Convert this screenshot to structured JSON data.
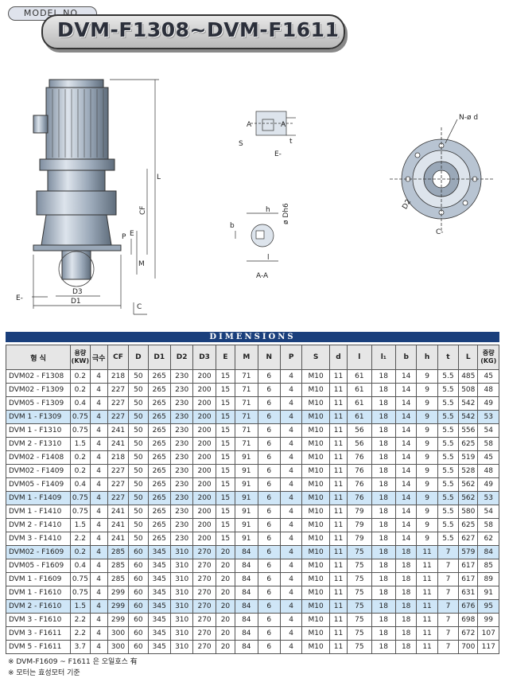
{
  "header": {
    "model_tag": "MODEL NO.",
    "title": "DVM-F1308~DVM-F1611"
  },
  "drawing": {
    "labels": {
      "L": "L",
      "CF": "CF",
      "E": "E",
      "P": "P",
      "M": "M",
      "D3": "D3",
      "D1": "D1",
      "C": "C",
      "E_arrow": "E-",
      "A1": "A",
      "A2": "A",
      "S": "S",
      "t": "t",
      "E_view": "E-",
      "h": "h",
      "b": "b",
      "dh6": "ø Dh6",
      "l": "l",
      "AA": "A-A",
      "Nod": "N-ø d",
      "D2": "D2",
      "C_view": "C-"
    }
  },
  "dimensions_bar": "DIMENSIONS",
  "table": {
    "headers": [
      "형  식",
      "용량\n(KW)",
      "극수",
      "CF",
      "D",
      "D1",
      "D2",
      "D3",
      "E",
      "M",
      "N",
      "P",
      "S",
      "d",
      "l",
      "l₁",
      "b",
      "h",
      "t",
      "L",
      "중량\n(KG)"
    ],
    "rows": [
      {
        "hl": false,
        "c": [
          "DVM02 - F1308",
          "0.2",
          "4",
          "218",
          "50",
          "265",
          "230",
          "200",
          "15",
          "71",
          "6",
          "4",
          "M10",
          "11",
          "61",
          "18",
          "14",
          "9",
          "5.5",
          "485",
          "45"
        ]
      },
      {
        "hl": false,
        "c": [
          "DVM02 - F1309",
          "0.2",
          "4",
          "227",
          "50",
          "265",
          "230",
          "200",
          "15",
          "71",
          "6",
          "4",
          "M10",
          "11",
          "61",
          "18",
          "14",
          "9",
          "5.5",
          "508",
          "48"
        ]
      },
      {
        "hl": false,
        "c": [
          "DVM05 - F1309",
          "0.4",
          "4",
          "227",
          "50",
          "265",
          "230",
          "200",
          "15",
          "71",
          "6",
          "4",
          "M10",
          "11",
          "61",
          "18",
          "14",
          "9",
          "5.5",
          "542",
          "49"
        ]
      },
      {
        "hl": true,
        "c": [
          "DVM  1 - F1309",
          "0.75",
          "4",
          "227",
          "50",
          "265",
          "230",
          "200",
          "15",
          "71",
          "6",
          "4",
          "M10",
          "11",
          "61",
          "18",
          "14",
          "9",
          "5.5",
          "542",
          "53"
        ]
      },
      {
        "hl": false,
        "c": [
          "DVM  1 - F1310",
          "0.75",
          "4",
          "241",
          "50",
          "265",
          "230",
          "200",
          "15",
          "71",
          "6",
          "4",
          "M10",
          "11",
          "56",
          "18",
          "14",
          "9",
          "5.5",
          "556",
          "54"
        ]
      },
      {
        "hl": false,
        "c": [
          "DVM  2 - F1310",
          "1.5",
          "4",
          "241",
          "50",
          "265",
          "230",
          "200",
          "15",
          "71",
          "6",
          "4",
          "M10",
          "11",
          "56",
          "18",
          "14",
          "9",
          "5.5",
          "625",
          "58"
        ]
      },
      {
        "hl": false,
        "c": [
          "DVM02 - F1408",
          "0.2",
          "4",
          "218",
          "50",
          "265",
          "230",
          "200",
          "15",
          "91",
          "6",
          "4",
          "M10",
          "11",
          "76",
          "18",
          "14",
          "9",
          "5.5",
          "519",
          "45"
        ]
      },
      {
        "hl": false,
        "c": [
          "DVM02 - F1409",
          "0.2",
          "4",
          "227",
          "50",
          "265",
          "230",
          "200",
          "15",
          "91",
          "6",
          "4",
          "M10",
          "11",
          "76",
          "18",
          "14",
          "9",
          "5.5",
          "528",
          "48"
        ]
      },
      {
        "hl": false,
        "c": [
          "DVM05 - F1409",
          "0.4",
          "4",
          "227",
          "50",
          "265",
          "230",
          "200",
          "15",
          "91",
          "6",
          "4",
          "M10",
          "11",
          "76",
          "18",
          "14",
          "9",
          "5.5",
          "562",
          "49"
        ]
      },
      {
        "hl": true,
        "c": [
          "DVM  1 - F1409",
          "0.75",
          "4",
          "227",
          "50",
          "265",
          "230",
          "200",
          "15",
          "91",
          "6",
          "4",
          "M10",
          "11",
          "76",
          "18",
          "14",
          "9",
          "5.5",
          "562",
          "53"
        ]
      },
      {
        "hl": false,
        "c": [
          "DVM  1 - F1410",
          "0.75",
          "4",
          "241",
          "50",
          "265",
          "230",
          "200",
          "15",
          "91",
          "6",
          "4",
          "M10",
          "11",
          "79",
          "18",
          "14",
          "9",
          "5.5",
          "580",
          "54"
        ]
      },
      {
        "hl": false,
        "c": [
          "DVM  2 - F1410",
          "1.5",
          "4",
          "241",
          "50",
          "265",
          "230",
          "200",
          "15",
          "91",
          "6",
          "4",
          "M10",
          "11",
          "79",
          "18",
          "14",
          "9",
          "5.5",
          "625",
          "58"
        ]
      },
      {
        "hl": false,
        "c": [
          "DVM  3 - F1410",
          "2.2",
          "4",
          "241",
          "50",
          "265",
          "230",
          "200",
          "15",
          "91",
          "6",
          "4",
          "M10",
          "11",
          "79",
          "18",
          "14",
          "9",
          "5.5",
          "627",
          "62"
        ]
      },
      {
        "hl": true,
        "c": [
          "DVM02 - F1609",
          "0.2",
          "4",
          "285",
          "60",
          "345",
          "310",
          "270",
          "20",
          "84",
          "6",
          "4",
          "M10",
          "11",
          "75",
          "18",
          "18",
          "11",
          "7",
          "579",
          "84"
        ]
      },
      {
        "hl": false,
        "c": [
          "DVM05 - F1609",
          "0.4",
          "4",
          "285",
          "60",
          "345",
          "310",
          "270",
          "20",
          "84",
          "6",
          "4",
          "M10",
          "11",
          "75",
          "18",
          "18",
          "11",
          "7",
          "617",
          "85"
        ]
      },
      {
        "hl": false,
        "c": [
          "DVM  1 - F1609",
          "0.75",
          "4",
          "285",
          "60",
          "345",
          "310",
          "270",
          "20",
          "84",
          "6",
          "4",
          "M10",
          "11",
          "75",
          "18",
          "18",
          "11",
          "7",
          "617",
          "89"
        ]
      },
      {
        "hl": false,
        "c": [
          "DVM  1 - F1610",
          "0.75",
          "4",
          "299",
          "60",
          "345",
          "310",
          "270",
          "20",
          "84",
          "6",
          "4",
          "M10",
          "11",
          "75",
          "18",
          "18",
          "11",
          "7",
          "631",
          "91"
        ]
      },
      {
        "hl": true,
        "c": [
          "DVM  2 - F1610",
          "1.5",
          "4",
          "299",
          "60",
          "345",
          "310",
          "270",
          "20",
          "84",
          "6",
          "4",
          "M10",
          "11",
          "75",
          "18",
          "18",
          "11",
          "7",
          "676",
          "95"
        ]
      },
      {
        "hl": false,
        "c": [
          "DVM  3 - F1610",
          "2.2",
          "4",
          "299",
          "60",
          "345",
          "310",
          "270",
          "20",
          "84",
          "6",
          "4",
          "M10",
          "11",
          "75",
          "18",
          "18",
          "11",
          "7",
          "698",
          "99"
        ]
      },
      {
        "hl": false,
        "c": [
          "DVM  3 - F1611",
          "2.2",
          "4",
          "300",
          "60",
          "345",
          "310",
          "270",
          "20",
          "84",
          "6",
          "4",
          "M10",
          "11",
          "75",
          "18",
          "18",
          "11",
          "7",
          "672",
          "107"
        ]
      },
      {
        "hl": false,
        "c": [
          "DVM  5 - F1611",
          "3.7",
          "4",
          "300",
          "60",
          "345",
          "310",
          "270",
          "20",
          "84",
          "6",
          "4",
          "M10",
          "11",
          "75",
          "18",
          "18",
          "11",
          "7",
          "700",
          "117"
        ]
      }
    ]
  },
  "notes": [
    "※ DVM-F1609 ~ F1611 은 오일호스 有",
    "※ 모터는 효성모터 기준"
  ]
}
